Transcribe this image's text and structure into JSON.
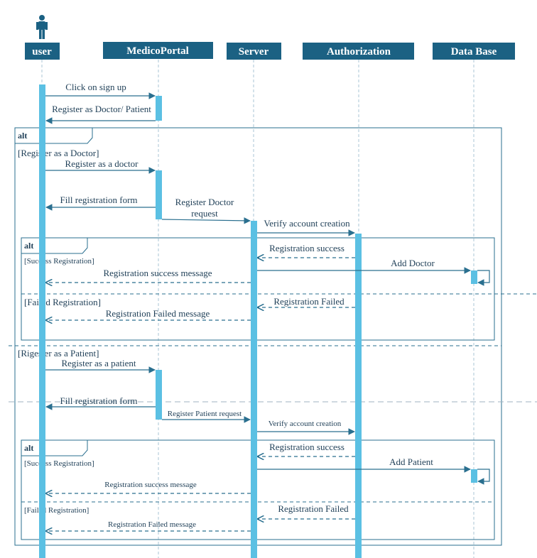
{
  "colors": {
    "header_bg": "#1b6183",
    "activation": "#5bc0e3",
    "line": "#2a6f8f",
    "text": "#1f3f57"
  },
  "participants": [
    {
      "id": "user",
      "label": "user",
      "icon": "actor-icon"
    },
    {
      "id": "portal",
      "label": "MedicoPortal"
    },
    {
      "id": "server",
      "label": "Server"
    },
    {
      "id": "auth",
      "label": "Authorization"
    },
    {
      "id": "db",
      "label": "Data Base"
    }
  ],
  "fragments": {
    "outer_keyword": "alt",
    "outer_guard_1": "[Register as a Doctor]",
    "outer_guard_2": "[Rigester as a Patient]",
    "inner_keyword": "alt",
    "success_guard": "[Success Registration]",
    "failed_guard": "[Failed Registration]"
  },
  "messages": {
    "click_signup": "Click on sign up",
    "register_as": "Register as Doctor/ Patient",
    "register_doctor": "Register as a doctor",
    "fill_form_1": "Fill registration form",
    "register_doctor_request_1": "Register Doctor",
    "register_doctor_request_2": "request",
    "verify_1": "Verify account creation",
    "reg_success_1": "Registration success",
    "add_doctor": "Add Doctor",
    "reg_success_msg_1": "Registration success message",
    "reg_failed_1": "Registration Failed",
    "reg_failed_msg_1": "Registration Failed message",
    "register_patient": "Register as a patient",
    "fill_form_2": "Fill registration form",
    "register_patient_request": "Register Patient request",
    "verify_2": "Verify account creation",
    "reg_success_2": "Registration success",
    "add_patient": "Add Patient",
    "reg_success_msg_2": "Registration success message",
    "reg_failed_2": "Registration Failed",
    "reg_failed_msg_2": "Registration Failed message"
  }
}
